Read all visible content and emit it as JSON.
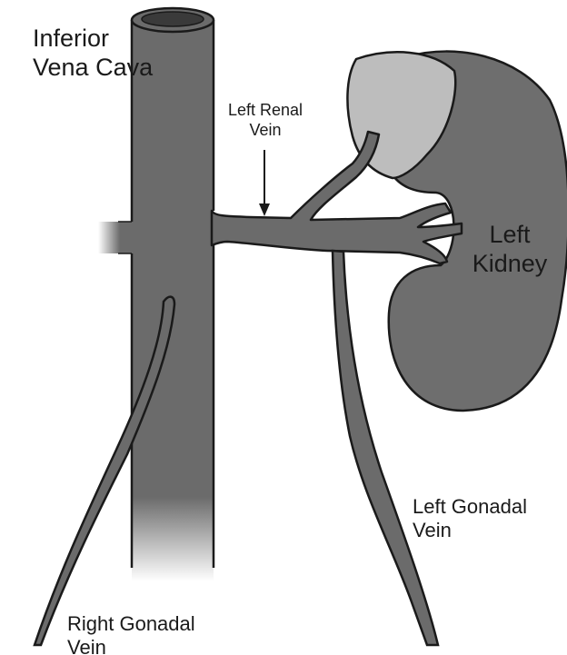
{
  "labels": {
    "ivc": {
      "line1": "Inferior",
      "line2": "Vena Cava"
    },
    "left_renal_vein": {
      "line1": "Left Renal",
      "line2": "Vein"
    },
    "left_kidney": {
      "line1": "Left",
      "line2": "Kidney"
    },
    "left_gonadal_vein": {
      "line1": "Left Gonadal",
      "line2": "Vein"
    },
    "right_gonadal_vein": {
      "line1": "Right Gonadal",
      "line2": "Vein"
    }
  },
  "colors": {
    "vessel": "#6b6b6b",
    "outline": "#1a1a1a",
    "kidney": "#6e6e6e",
    "adrenal": "#bdbdbd",
    "lumen": "#3a3a3a"
  }
}
